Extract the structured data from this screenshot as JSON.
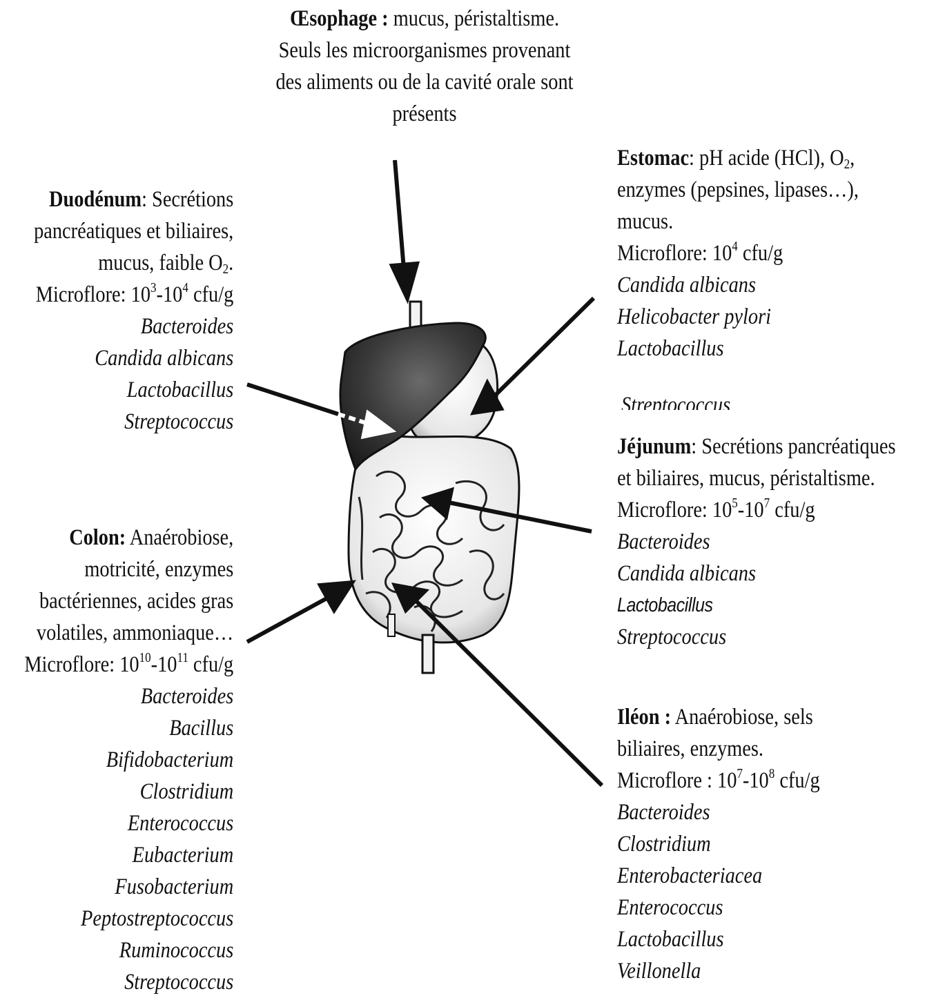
{
  "oesophage": {
    "title": "Œsophage :",
    "lines": [
      " mucus, péristaltisme.",
      "Seuls les microorganismes provenant",
      "des aliments ou de la cavité orale sont",
      "présents"
    ]
  },
  "duodenum": {
    "title": "Duodénum",
    "line1_rest": ": Secrétions",
    "line2": "pancréatiques et biliaires,",
    "line3_pre": "mucus, faible O",
    "line3_sub": "2",
    "line3_post": ".",
    "microflore_label": "Microflore: 10",
    "exp1": "3",
    "mid": "-10",
    "exp2": "4",
    "unit": " cfu/g",
    "organisms": [
      "Bacteroides",
      "Candida albicans",
      "Lactobacillus",
      "Streptococcus"
    ]
  },
  "colon": {
    "title": "Colon:",
    "line1_rest": " Anaérobiose,",
    "line2": "motricité,  enzymes",
    "line3": "bactériennes,  acides gras",
    "line4": "volatiles, ammoniaque…",
    "microflore_label": "Microflore: 10",
    "exp1": "10",
    "mid": "-10",
    "exp2": "11",
    "unit": " cfu/g",
    "organisms": [
      "Bacteroides",
      "Bacillus",
      "Bifidobacterium",
      "Clostridium",
      "Enterococcus",
      "Eubacterium",
      "Fusobacterium",
      "Peptostreptococcus",
      "Ruminococcus",
      "Streptococcus"
    ]
  },
  "estomac": {
    "title": "Estomac",
    "line1_rest": ": pH acide (HCl), O",
    "line1_sub": "2",
    "line1_post": ",",
    "line2": "enzymes (pepsines, lipases…),",
    "line3": "mucus.",
    "microflore_label": "Microflore: 10",
    "exp1": "4",
    "unit": " cfu/g",
    "organisms": [
      "Candida albicans",
      "Helicobacter pylori",
      "Lactobacillus"
    ],
    "cut_text": "Streptococcus"
  },
  "jejunum": {
    "title": "Jéjunum",
    "line1_rest": ": Secrétions pancréatiques",
    "line2": "et biliaires,  mucus, péristaltisme.",
    "microflore_label": "Microflore: 10",
    "exp1": "5",
    "mid": "-10",
    "exp2": "7",
    "unit": " cfu/g",
    "organisms": [
      "Bacteroides",
      "Candida albicans"
    ],
    "organisms_sans": [
      "Lactobacillus"
    ],
    "organisms_after": [
      "Streptococcus"
    ]
  },
  "ileon": {
    "title": "Iléon :",
    "line1_rest": "  Anaérobiose,  sels",
    "line2": "biliaires, enzymes.",
    "microflore_label": "Microflore : 10",
    "exp1": "7",
    "mid": "-10",
    "exp2": "8",
    "unit": " cfu/g",
    "organisms": [
      "Bacteroides",
      "Clostridium",
      "Enterobacteriacea",
      "Enterococcus",
      "Lactobacillus",
      "Veillonella"
    ]
  },
  "colors": {
    "ink": "#111111",
    "liver": "#3a3a3a",
    "gut": "#f4f4f4"
  }
}
